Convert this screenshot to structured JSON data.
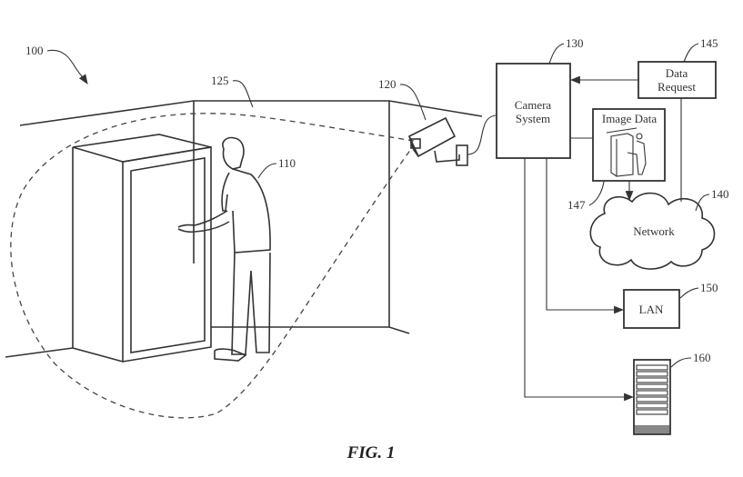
{
  "figure": {
    "caption": "FIG. 1",
    "reference_numerals": {
      "system": "100",
      "person": "110",
      "camera": "120",
      "field_of_view": "125",
      "camera_system": "130",
      "network": "140",
      "data_request": "145",
      "image_data": "147",
      "lan": "150",
      "storage": "160"
    },
    "blocks": {
      "camera_system": [
        "Camera",
        "System"
      ],
      "data_request": [
        "Data",
        "Request"
      ],
      "image_data": "Image Data",
      "network": "Network",
      "lan": "LAN"
    }
  }
}
